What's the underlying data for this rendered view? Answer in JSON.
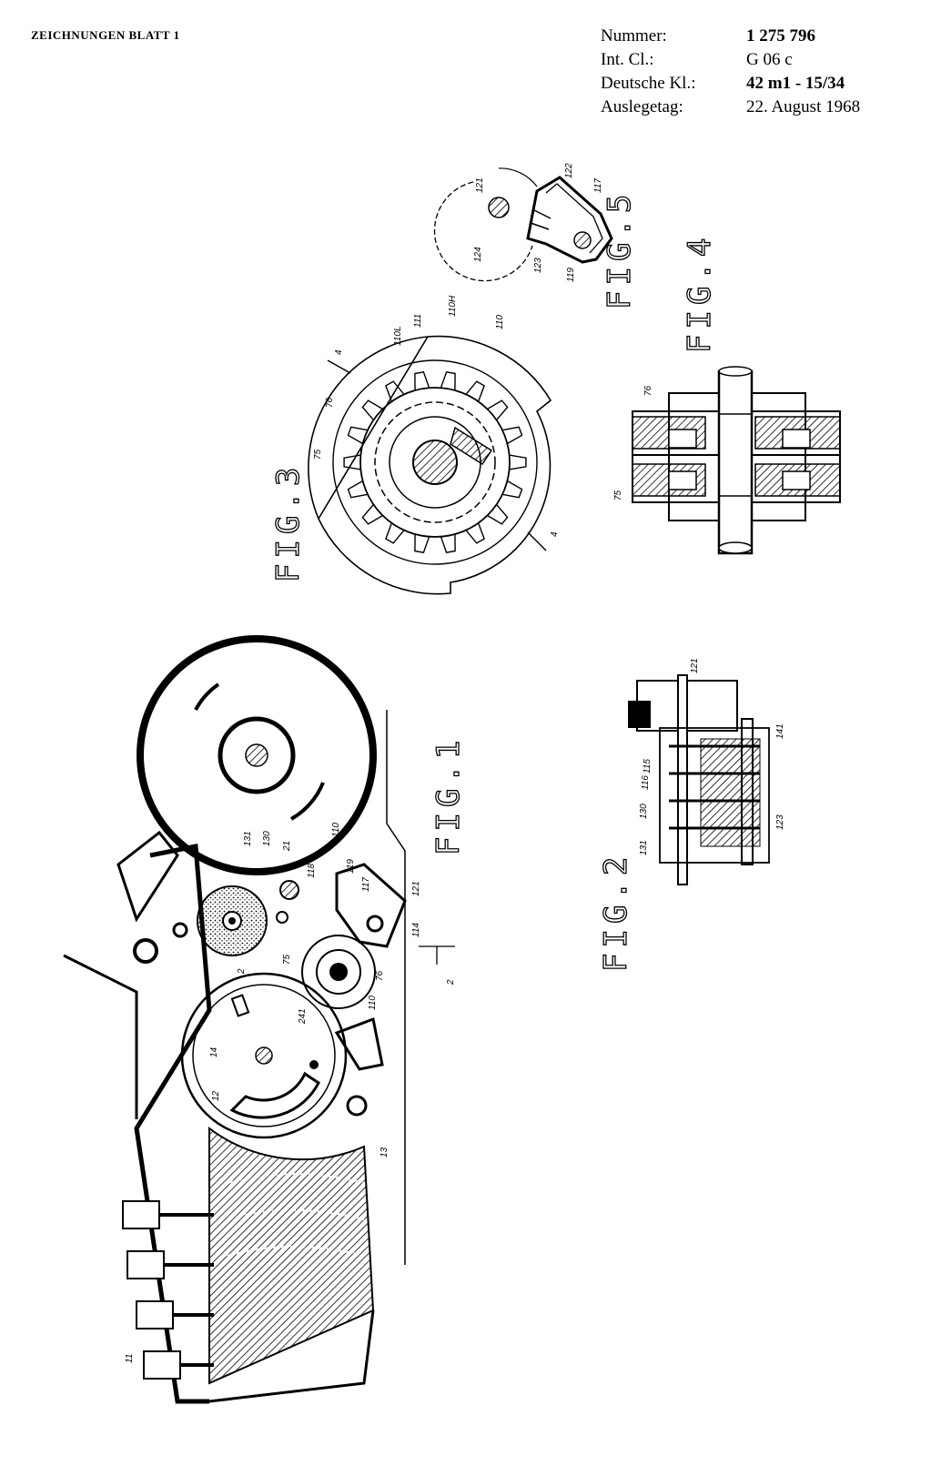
{
  "header": {
    "sheet_label": "ZEICHNUNGEN BLATT 1",
    "fields": [
      {
        "key": "Nummer:",
        "value": "1 275 796",
        "bold": true
      },
      {
        "key": "Int. Cl.:",
        "value": "G 06 c",
        "bold": false
      },
      {
        "key": "Deutsche Kl.:",
        "value": "42 m1 - 15/34",
        "bold": true
      },
      {
        "key": "Auslegetag:",
        "value": "22. August 1968",
        "bold": false
      }
    ]
  },
  "figures": {
    "fig1": "FIG.1",
    "fig2": "FIG.2",
    "fig3": "FIG.3",
    "fig4": "FIG.4",
    "fig5": "FIG.5"
  },
  "refs": {
    "r11": "11",
    "r12": "12",
    "r13": "13",
    "r14": "14",
    "r2": "2",
    "r21": "21",
    "r75": "75",
    "r76": "76",
    "r110": "110",
    "r111": "111",
    "r114": "114",
    "r115": "115",
    "r116": "116",
    "r117": "117",
    "r118": "118",
    "r119": "119",
    "r121": "121",
    "r122": "122",
    "r123": "123",
    "r124": "124",
    "r130": "130",
    "r131": "131",
    "r141": "141",
    "r110h": "110H",
    "r110l": "110L",
    "r4": "4",
    "r241": "241"
  }
}
